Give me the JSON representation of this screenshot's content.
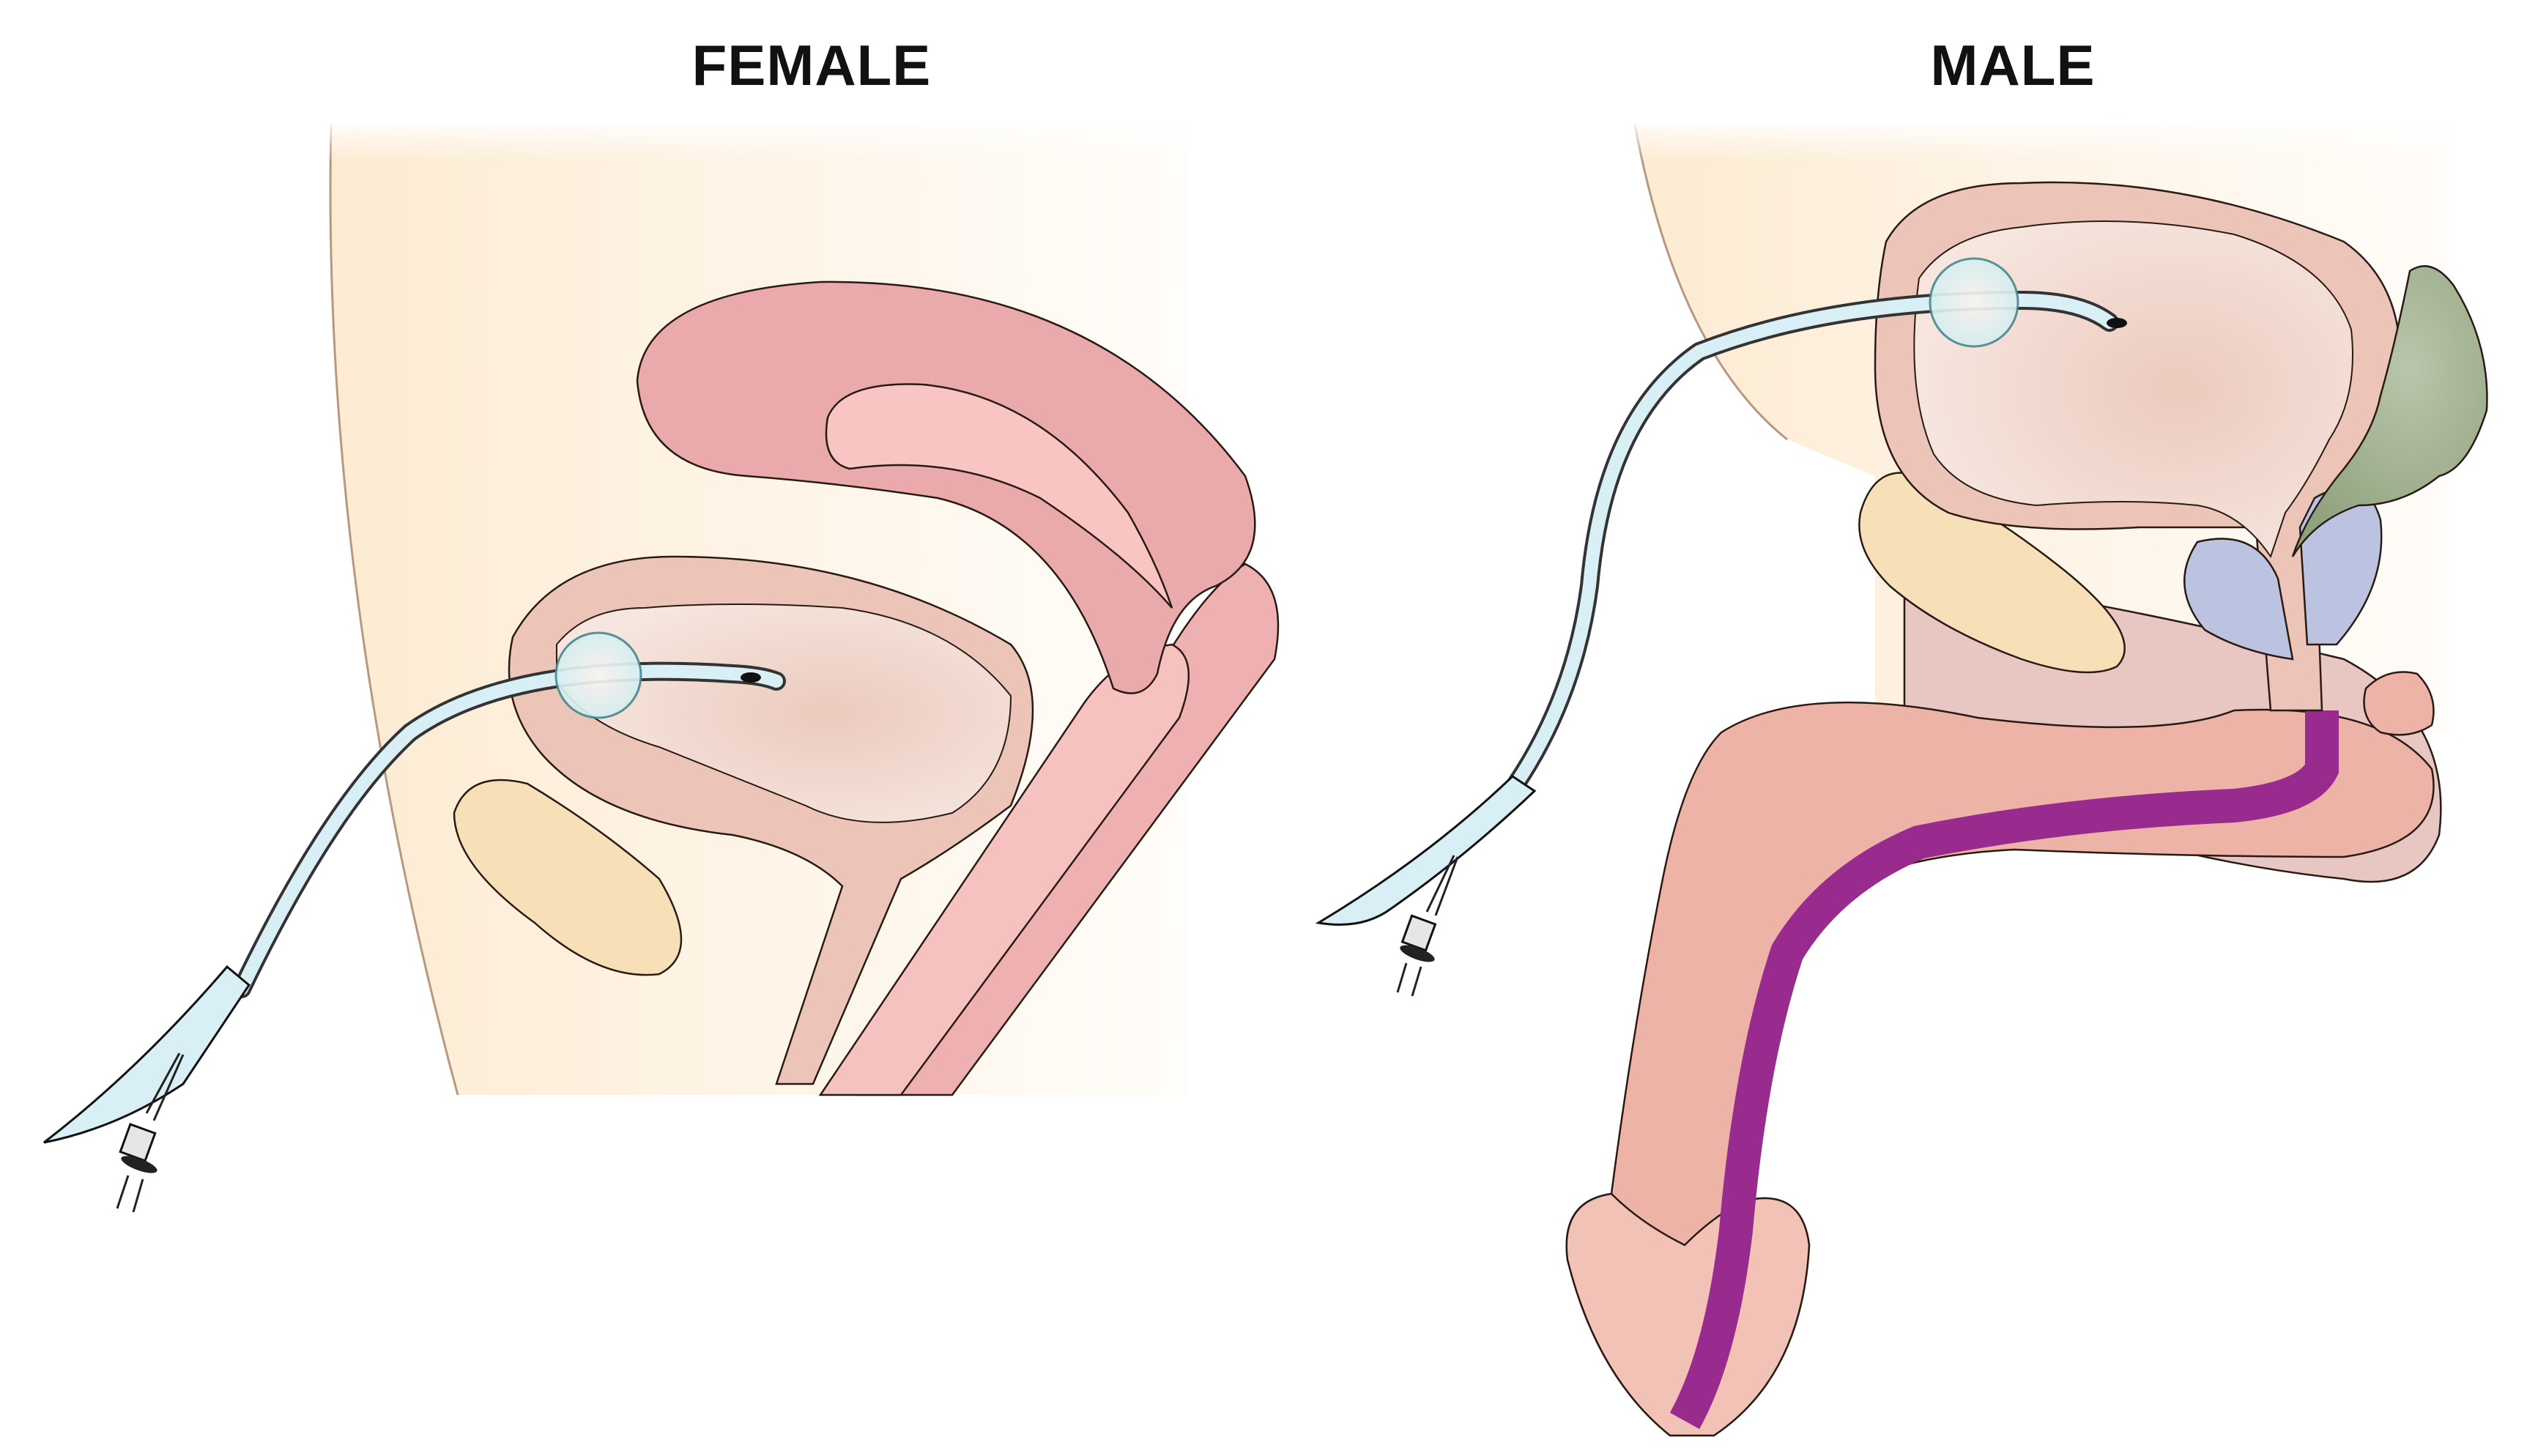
{
  "panels": [
    {
      "id": "female",
      "title": "FEMALE",
      "organs": [
        "bladder",
        "indwelling-catheter",
        "catheter-balloon",
        "pubic-bone",
        "uterus",
        "vagina",
        "rectum",
        "urethra"
      ]
    },
    {
      "id": "male",
      "title": "MALE",
      "organs": [
        "bladder",
        "indwelling-catheter",
        "catheter-balloon",
        "pubic-bone",
        "prostate",
        "seminal-vesicle",
        "urethra",
        "penis",
        "scrotum-testis",
        "rectum"
      ]
    }
  ],
  "colors": {
    "skin": "#fdf0dc",
    "bladder_wall": "#ecc4b8",
    "bladder_lumen": "#f5e1da",
    "uterus": "#eaa9ab",
    "uterine_cavity": "#f9c5c2",
    "pubic_bone": "#f7e0b8",
    "catheter": "#d8f0f5",
    "balloon_border": "#4a8a8e",
    "prostate": "#bcc3e0",
    "seminal_vesicle": "#9fb08d",
    "urethra_male": "#992a8e",
    "penis": "#eeb3a7"
  }
}
